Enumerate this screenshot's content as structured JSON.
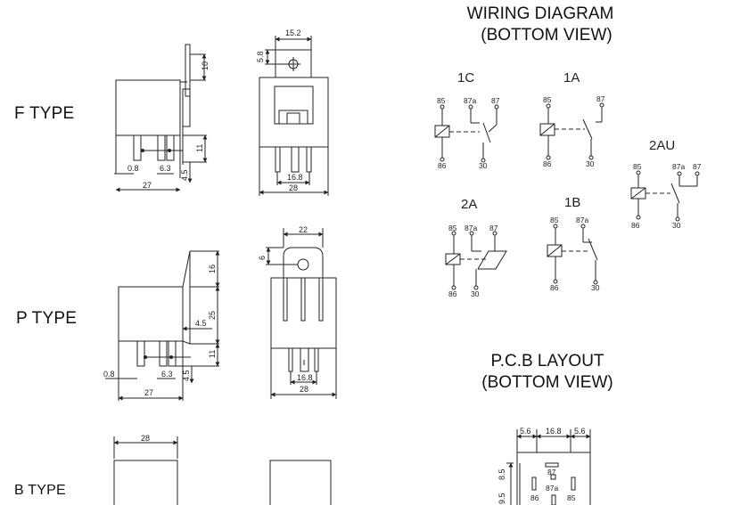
{
  "types": {
    "f": "F TYPE",
    "p": "P TYPE",
    "b": "B TYPE"
  },
  "wiring": {
    "title_line1": "WIRING DIAGRAM",
    "title_line2": "(BOTTOM VIEW)",
    "variants": {
      "c1": "1C",
      "a1": "1A",
      "au2": "2AU",
      "a2": "2A",
      "b1": "1B"
    },
    "pins": {
      "p85": "85",
      "p86": "86",
      "p87": "87",
      "p87a": "87a",
      "p30": "30"
    }
  },
  "pcb": {
    "title_line1": "P.C.B LAYOUT",
    "title_line2": "(BOTTOM VIEW)",
    "dims": {
      "d56a": "5.6",
      "d168": "16.8",
      "d56b": "5.6",
      "d95": "9.5",
      "d85": "8.5"
    },
    "pins": {
      "p87": "87",
      "p87a": "87a",
      "p86": "86",
      "p85": "85"
    }
  },
  "f_type_dims": {
    "d10": "10",
    "d152": "15.2",
    "d58": "5.8",
    "d11": "11",
    "d08": "0.8",
    "d63": "6.3",
    "d45": "4.5",
    "d27": "27",
    "d168": "16.8",
    "d28": "28"
  },
  "p_type_dims": {
    "d22": "22",
    "d6": "6",
    "d16": "16",
    "d25": "25",
    "d45a": "4.5",
    "d11": "11",
    "d08": "0.8",
    "d63": "6.3",
    "d45b": "4.5",
    "d27": "27",
    "d168": "16.8",
    "d28": "28"
  },
  "b_type_dims": {
    "d28": "28"
  }
}
